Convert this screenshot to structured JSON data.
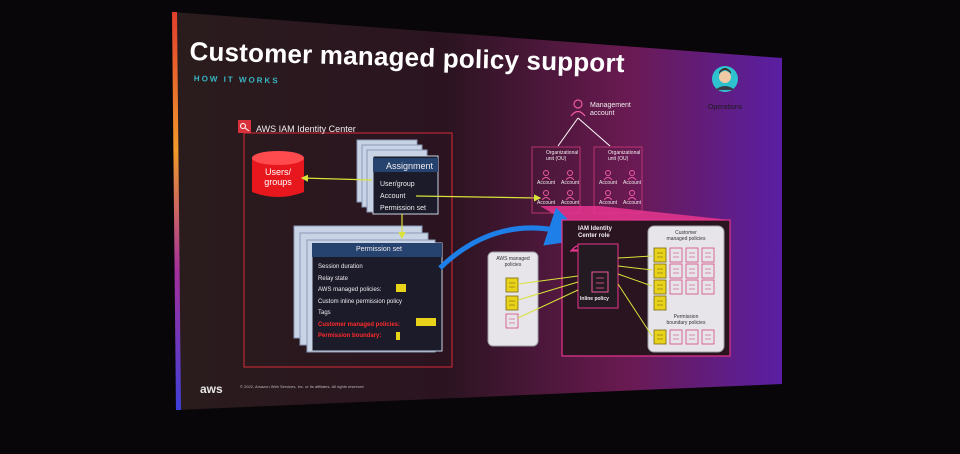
{
  "slide": {
    "title": "Customer managed policy support",
    "subtitle": "HOW IT WORKS",
    "operations_label": "Operations",
    "footer_logo": "aws",
    "copyright": "© 2022, Amazon Web Services, Inc. or its affiliates. All rights reserved."
  },
  "identity_center": {
    "title": "AWS IAM Identity Center",
    "users_groups": [
      "Users/",
      "groups"
    ],
    "assignment": {
      "title": "Assignment",
      "rows": [
        "User/group",
        "Account",
        "Permission set"
      ]
    },
    "permission_set": {
      "title": "Permission set",
      "rows": [
        "Session duration",
        "Relay state",
        "AWS managed policies:",
        "Custom inline permission policy",
        "Tags"
      ],
      "red_rows": [
        "Customer managed policies:",
        "Permission boundary:"
      ]
    }
  },
  "org": {
    "management_account": [
      "Management",
      "account"
    ],
    "ou_label": [
      "Organizational",
      "unit (OU)"
    ],
    "account_label": "Account"
  },
  "target": {
    "aws_managed": [
      "AWS managed",
      "policies"
    ],
    "role": [
      "IAM Identity",
      "Center role"
    ],
    "inline_policy": "Inline policy",
    "customer_managed": [
      "Customer",
      "managed policies"
    ],
    "permission_boundary": [
      "Permission",
      "boundary policies"
    ]
  },
  "colors": {
    "slide_bg": "#23151f",
    "accent_pink": "#e8358f",
    "arrow_blue": "#1f7fe8",
    "connector_yellow": "#d8e23a",
    "users_red": "#e8171d",
    "assignment_blue": "#26436f"
  },
  "icons": [
    "operations-avatar-icon",
    "iam-identity-center-icon",
    "user-icon",
    "document-icon",
    "role-helmet-icon"
  ]
}
